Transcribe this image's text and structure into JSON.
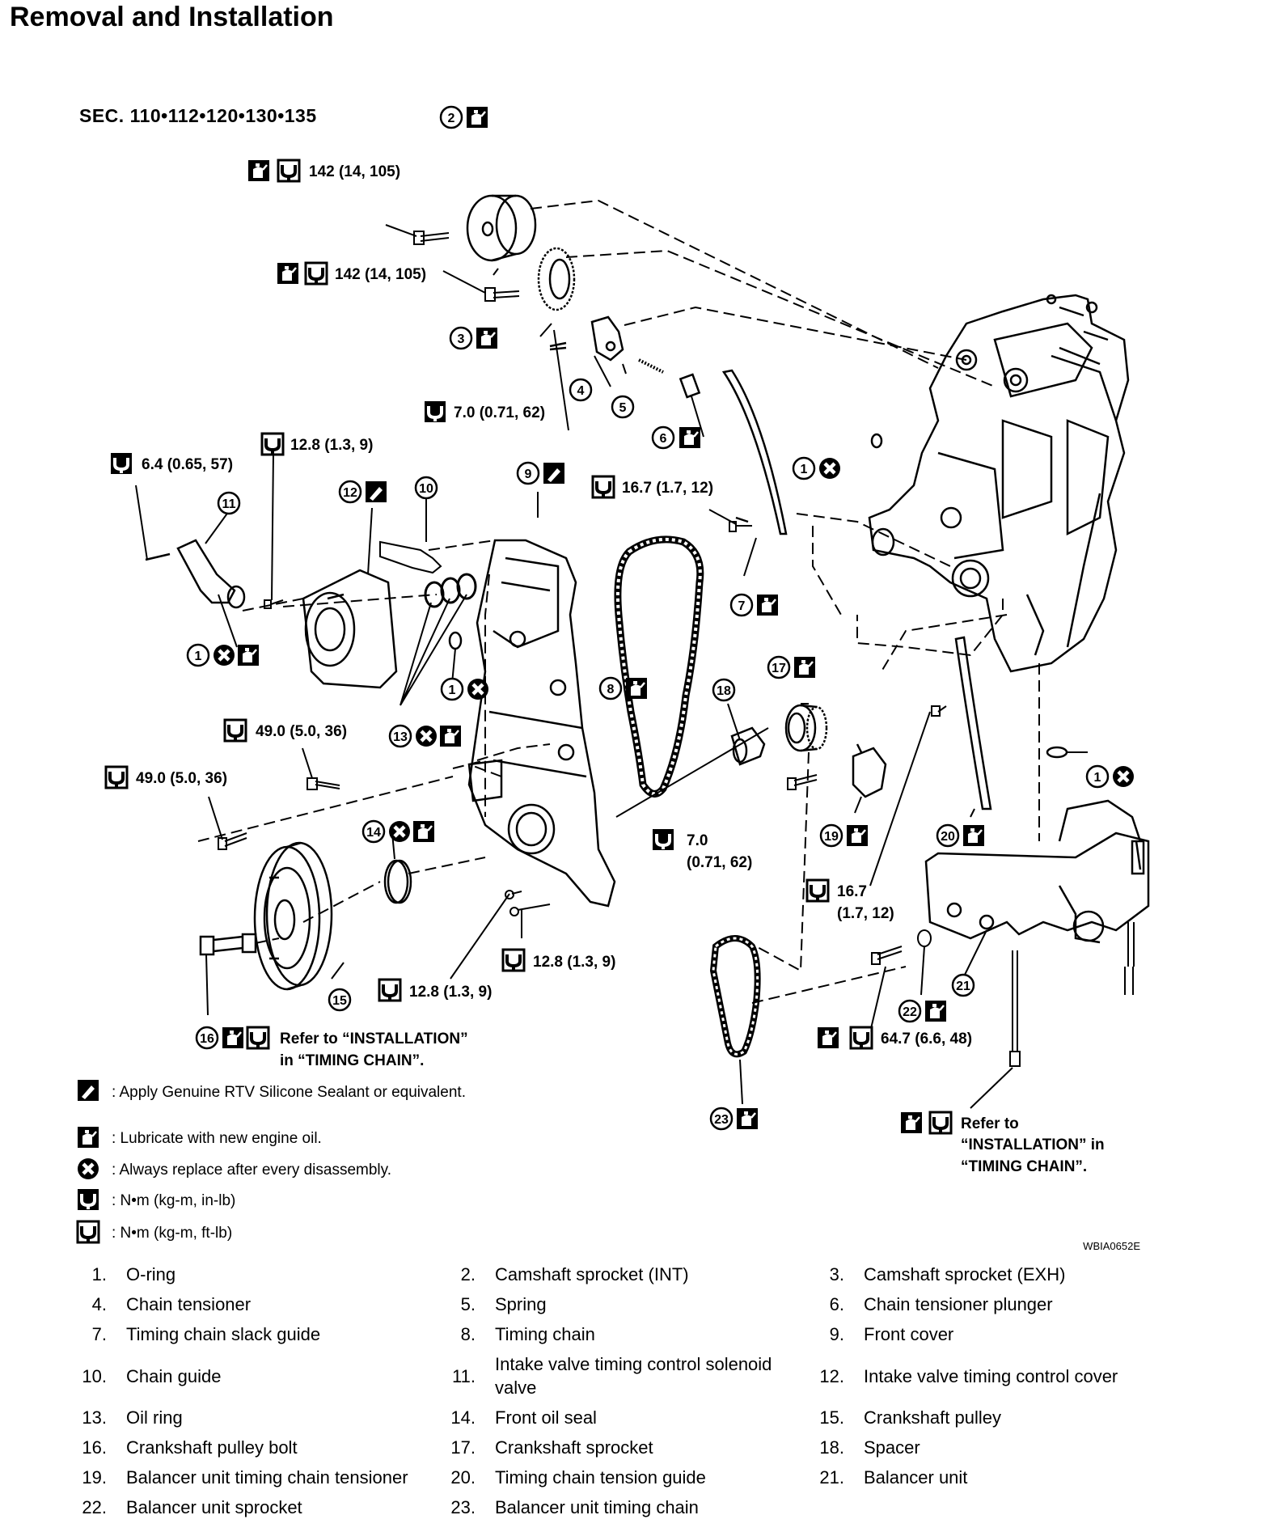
{
  "page": {
    "title": "Removal and Installation",
    "section": "SEC. 110•112•120•130•135",
    "figure_code": "WBIA0652E"
  },
  "torques": {
    "t142a": "142 (14, 105)",
    "t142b": "142 (14, 105)",
    "t70a": "7.0 (0.71, 62)",
    "t128a": "12.8 (1.3, 9)",
    "t64": "6.4 (0.65, 57)",
    "t167a": "16.7 (1.7, 12)",
    "t49a": "49.0 (5.0, 36)",
    "t49b": "49.0 (5.0, 36)",
    "t70b_1": "7.0",
    "t70b_2": "(0.71, 62)",
    "t167b_1": "16.7",
    "t167b_2": "(1.7, 12)",
    "t128b": "12.8 (1.3, 9)",
    "t128c": "12.8 (1.3, 9)",
    "t647": "64.7 (6.6, 48)",
    "ref16_1": "Refer to “INSTALLATION”",
    "ref16_2": "in “TIMING CHAIN”.",
    "ref_bolt_1": "Refer to",
    "ref_bolt_2": "“INSTALLATION” in",
    "ref_bolt_3": "“TIMING CHAIN”."
  },
  "callouts": [
    "1",
    "2",
    "3",
    "4",
    "5",
    "6",
    "7",
    "8",
    "9",
    "10",
    "11",
    "12",
    "13",
    "14",
    "15",
    "16",
    "17",
    "18",
    "19",
    "20",
    "21",
    "22",
    "23"
  ],
  "legend": [
    {
      "icon": "sealant-icon",
      "text": ": Apply Genuine RTV Silicone Sealant or equivalent."
    },
    {
      "icon": "oil-can-icon",
      "text": ": Lubricate with new engine oil."
    },
    {
      "icon": "replace-x-icon",
      "text": ": Always replace after every disassembly."
    },
    {
      "icon": "torque-inlb-icon",
      "text": ": N•m (kg-m, in-lb)"
    },
    {
      "icon": "torque-ftlb-icon",
      "text": ": N•m (kg-m, ft-lb)"
    }
  ],
  "parts": [
    {
      "num": "1.",
      "name": "O-ring"
    },
    {
      "num": "2.",
      "name": "Camshaft sprocket (INT)"
    },
    {
      "num": "3.",
      "name": "Camshaft sprocket (EXH)"
    },
    {
      "num": "4.",
      "name": "Chain tensioner"
    },
    {
      "num": "5.",
      "name": "Spring"
    },
    {
      "num": "6.",
      "name": "Chain tensioner plunger"
    },
    {
      "num": "7.",
      "name": "Timing chain slack guide"
    },
    {
      "num": "8.",
      "name": "Timing chain"
    },
    {
      "num": "9.",
      "name": "Front cover"
    },
    {
      "num": "10.",
      "name": "Chain guide"
    },
    {
      "num": "11.",
      "name": "Intake valve timing control solenoid valve"
    },
    {
      "num": "12.",
      "name": "Intake valve timing control cover"
    },
    {
      "num": "13.",
      "name": "Oil ring"
    },
    {
      "num": "14.",
      "name": "Front oil seal"
    },
    {
      "num": "15.",
      "name": "Crankshaft pulley"
    },
    {
      "num": "16.",
      "name": "Crankshaft pulley bolt"
    },
    {
      "num": "17.",
      "name": "Crankshaft sprocket"
    },
    {
      "num": "18.",
      "name": "Spacer"
    },
    {
      "num": "19.",
      "name": "Balancer unit timing chain tensioner"
    },
    {
      "num": "20.",
      "name": "Timing chain tension guide"
    },
    {
      "num": "21.",
      "name": "Balancer unit"
    },
    {
      "num": "22.",
      "name": "Balancer unit sprocket"
    },
    {
      "num": "23.",
      "name": "Balancer unit timing chain"
    }
  ]
}
